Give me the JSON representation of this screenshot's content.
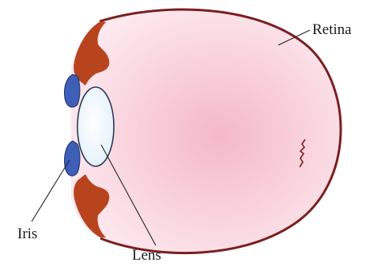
{
  "labels": {
    "retina": "Retina",
    "iris": "Iris",
    "lens": "Lens"
  },
  "colors": {
    "eyeball_center": "#f4b8c8",
    "eyeball_edge": "#fde9ef",
    "outline": "#7a1f1f",
    "ciliary_body": "#b8441e",
    "iris": "#3e5fb8",
    "lens_fill": "#dfeefa",
    "lens_outline": "#2a3a55"
  }
}
